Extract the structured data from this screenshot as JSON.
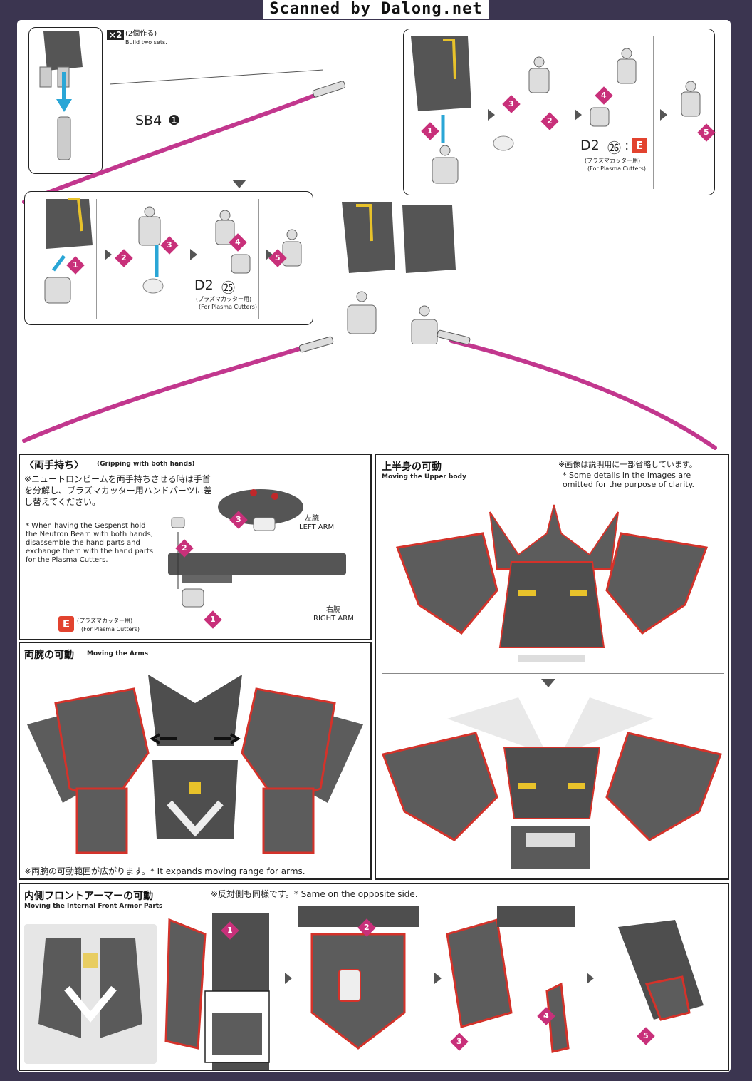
{
  "header": "Scanned by Dalong.net",
  "top": {
    "x2_label": "×2",
    "x2_jp": "(2個作る)",
    "x2_en": "Build two sets.",
    "sb4_label": "SB4",
    "sb4_num": "❶",
    "d2_25_label": "D2",
    "d2_25_num": "㉕",
    "d2_26_label": "D2",
    "d2_26_num": "㉖",
    "d2_colon": ":",
    "plasma_jp": "(プラズマカッター用)",
    "plasma_en": "(For Plasma Cutters)",
    "e_badge": "E"
  },
  "steps": [
    "1",
    "2",
    "3",
    "4",
    "5"
  ],
  "grip": {
    "title_jp": "〈両手持ち〉",
    "title_en": "(Gripping with both hands)",
    "note_jp": "※ニュートロンビームを両手持ちさせる時は手首を分解し、プラズマカッター用ハンドパーツに差し替えてください。",
    "note_en": "* When having the Gespenst hold the Neutron Beam with both hands, disassemble the hand parts and exchange them with the hand parts for the Plasma Cutters.",
    "left_arm_jp": "左腕",
    "left_arm_en": "LEFT ARM",
    "right_arm_jp": "右腕",
    "right_arm_en": "RIGHT ARM",
    "e_badge": "E",
    "plasma_jp": "(プラズマカッター用)",
    "plasma_en": "(For Plasma Cutters)"
  },
  "upper": {
    "title_jp": "上半身の可動",
    "title_en": "Moving the Upper body",
    "note_jp": "※画像は説明用に一部省略しています。",
    "note_en": "* Some details in the images are omitted for the purpose of clarity."
  },
  "arms": {
    "title_jp": "両腕の可動",
    "title_en": "Moving the Arms",
    "note": "※両腕の可動範囲が広がります。* It expands moving range for arms."
  },
  "armor": {
    "title_jp": "内側フロントアーマーの可動",
    "title_en": "Moving the Internal Front Armor Parts",
    "note": "※反対側も同様です。* Same on the opposite side."
  },
  "colors": {
    "gray": "#5c5c5c",
    "dark": "#3e3e3e",
    "red_outline": "#d4322a",
    "magenta": "#c8307a",
    "cyan": "#2aa6d6",
    "yellow": "#e8c22a",
    "beam": "#c2378e"
  }
}
